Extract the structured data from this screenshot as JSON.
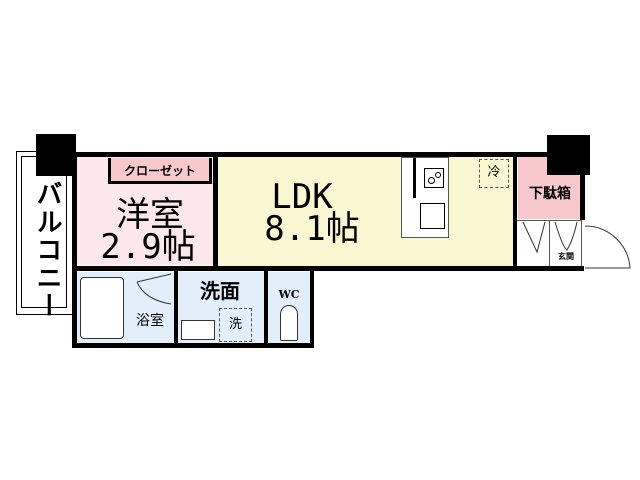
{
  "plan": {
    "colors": {
      "western_room": "#fce8ea",
      "closet": "#f8c9cc",
      "ldk": "#fbf7d2",
      "bath": "#e3eefb",
      "shoe_box": "#f8c9cc",
      "wall": "#000000"
    },
    "rooms": {
      "balcony": "バルコニー",
      "closet": "クローゼット",
      "western_room_name": "洋室",
      "western_room_size": "2.9帖",
      "ldk_name": "LDK",
      "ldk_size": "8.1帖",
      "refrigerator": "冷",
      "shoe_box": "下駄箱",
      "entrance": "玄関",
      "bathroom": "浴室",
      "washroom": "洗面",
      "washer": "洗",
      "toilet": "WC"
    }
  }
}
